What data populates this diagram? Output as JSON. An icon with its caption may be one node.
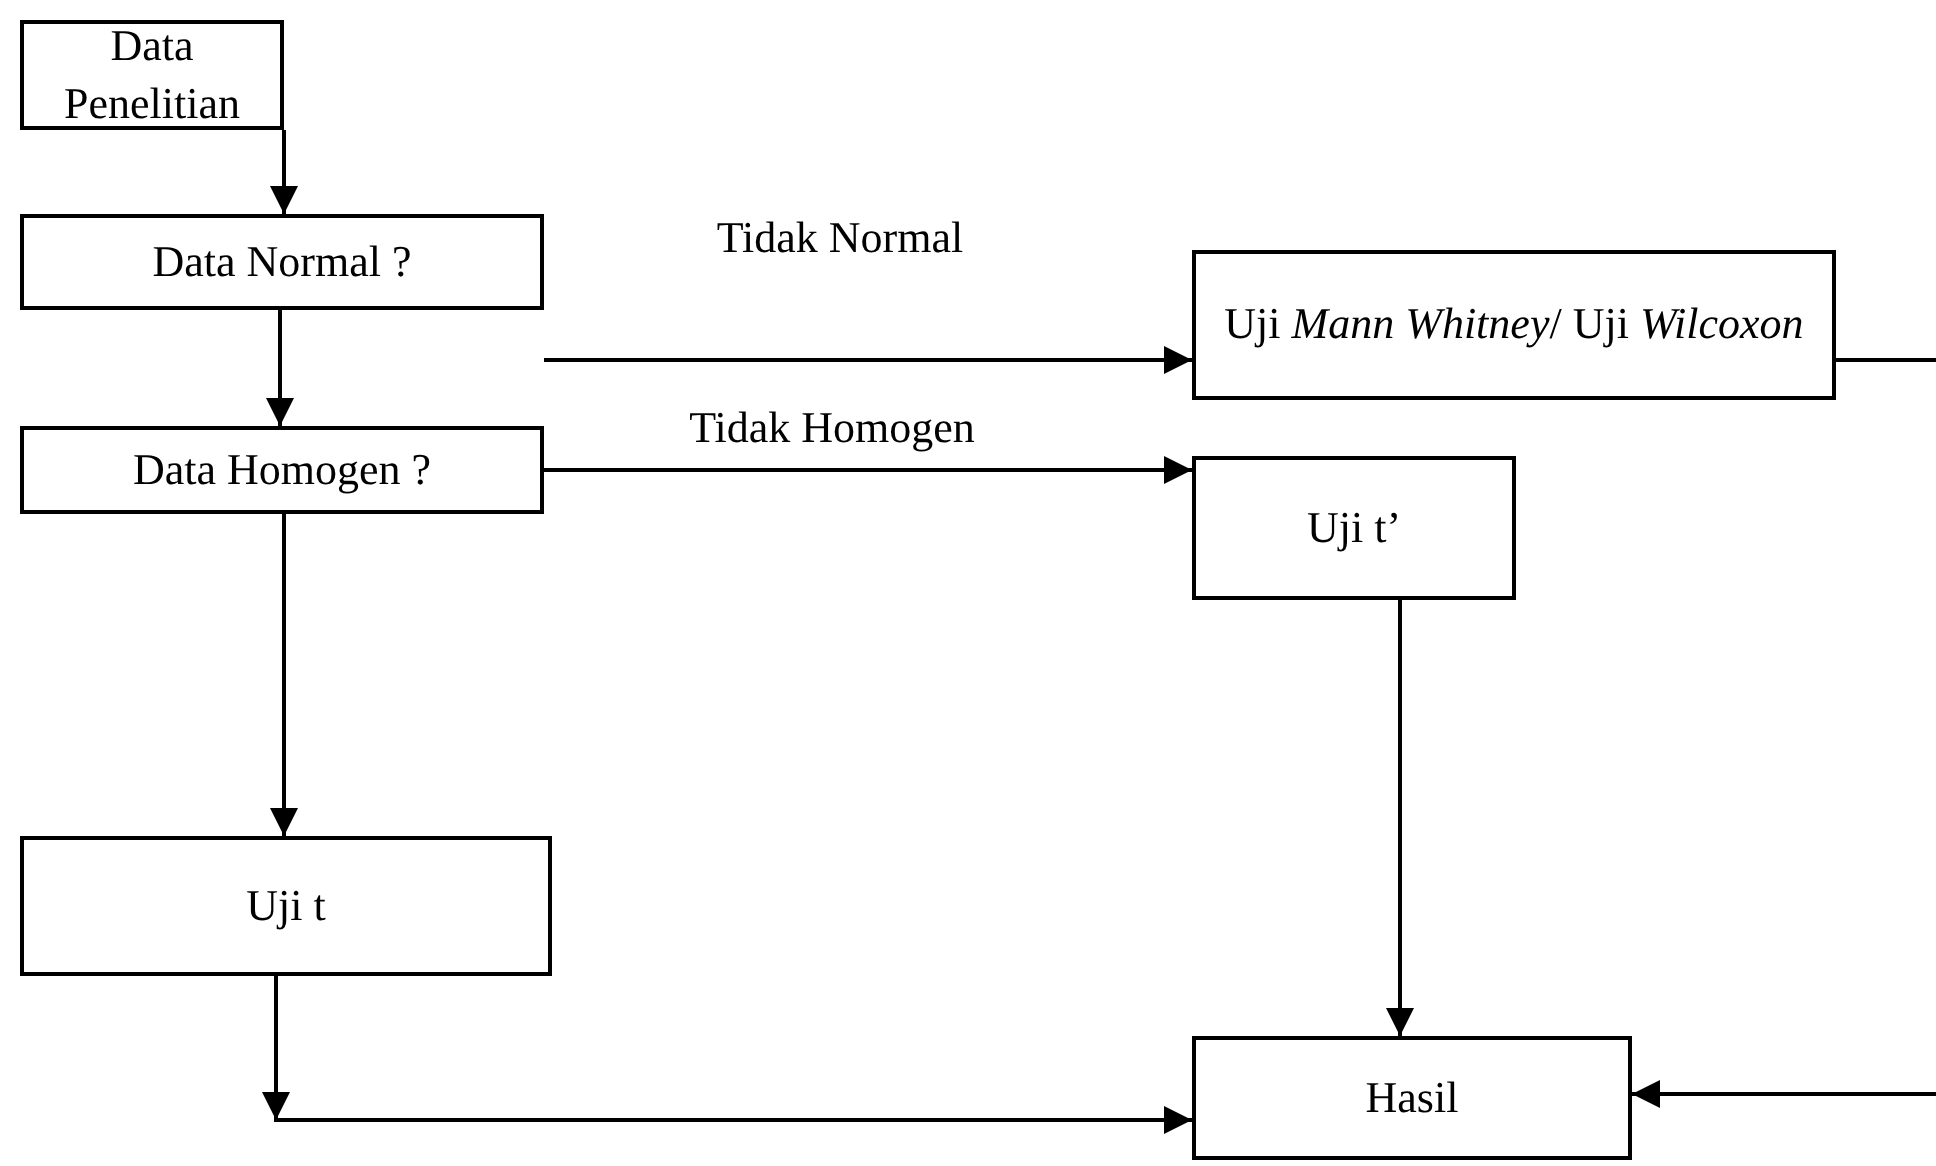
{
  "diagram": {
    "nodes": [
      {
        "text": [
          "Data Penelitian"
        ]
      },
      {
        "text": [
          "Data Normal ?"
        ]
      },
      {
        "text": [
          "Uji *Mann Whitney*/ Uji *Wilcoxon*"
        ]
      },
      {
        "text": [
          "Data Homogen ?"
        ]
      },
      {
        "text": [
          "Uji t’"
        ]
      },
      {
        "text": [
          "Uji t"
        ]
      },
      {
        "text": [
          "Hasil"
        ]
      }
    ],
    "edges": [
      {
        "from": 0,
        "to": 1,
        "arrow": "to"
      },
      {
        "from": 1,
        "to": 2,
        "arrow": "to",
        "label": "Tidak Normal"
      },
      {
        "from": 1,
        "to": 3,
        "arrow": "to"
      },
      {
        "from": 3,
        "to": 4,
        "arrow": "to",
        "label": "Tidak Homogen"
      },
      {
        "from": 3,
        "to": 5,
        "arrow": "to"
      },
      {
        "from": 4,
        "to": 6,
        "arrow": "to"
      },
      {
        "from": 5,
        "to": 6,
        "arrow": "to"
      },
      {
        "from": 2,
        "to": null,
        "arrow": "none"
      },
      {
        "from": null,
        "to": 6,
        "arrow": "to"
      }
    ]
  }
}
